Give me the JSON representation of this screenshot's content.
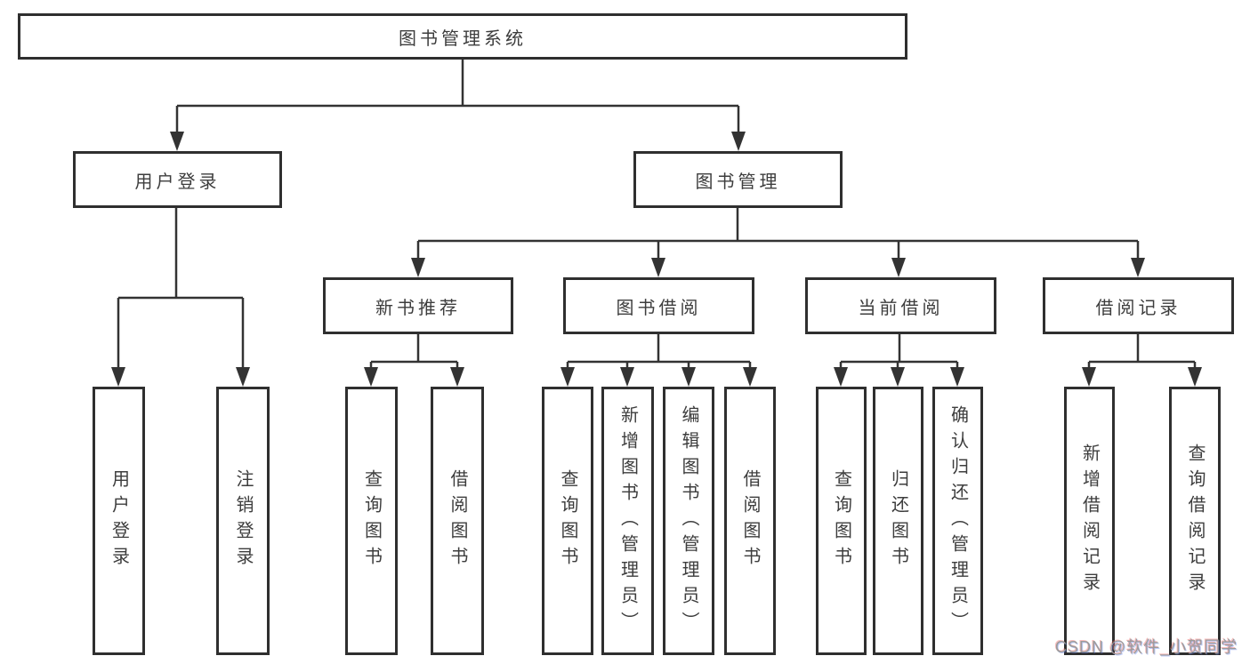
{
  "diagram": {
    "root": {
      "label": "图书管理系统"
    },
    "branches": {
      "user_login": {
        "label": "用户登录"
      },
      "book_management": {
        "label": "图书管理"
      }
    },
    "modules": {
      "new_book_recommend": {
        "label": "新书推荐"
      },
      "book_borrowing": {
        "label": "图书借阅"
      },
      "current_borrowing": {
        "label": "当前借阅"
      },
      "borrowing_records": {
        "label": "借阅记录"
      }
    },
    "functions": {
      "user_login": [
        "用户登录",
        "注销登录"
      ],
      "new_book_recommend": [
        "查询图书",
        "借阅图书"
      ],
      "book_borrowing": [
        "查询图书",
        "新增图书（管理员）",
        "编辑图书（管理员）",
        "借阅图书"
      ],
      "current_borrowing": [
        "查询图书",
        "归还图书",
        "确认归还（管理员）"
      ],
      "borrowing_records": [
        "新增借阅记录",
        "查询借阅记录"
      ]
    }
  },
  "watermark": {
    "text": "CSDN @软件_小贺同学"
  },
  "colors": {
    "line": "#333333",
    "box_border": "#2f2f2f",
    "text": "#3d3d3d",
    "watermark": "#9b9b9b"
  }
}
